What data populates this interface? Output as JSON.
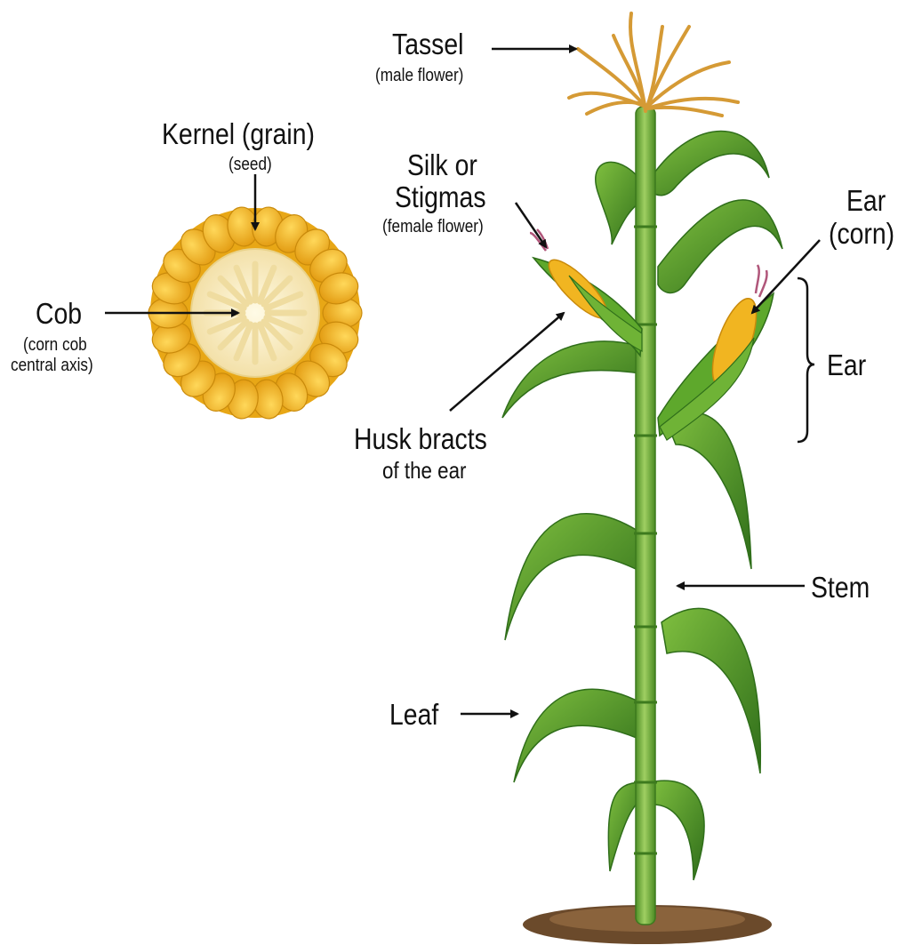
{
  "labels": {
    "tassel": "Tassel",
    "tassel_sub": "(male flower)",
    "kernel": "Kernel (grain)",
    "kernel_sub": "(seed)",
    "silk_line1": "Silk or",
    "silk_line2": "Stigmas",
    "silk_sub": "(female flower)",
    "ear_corn_line1": "Ear",
    "ear_corn_line2": "(corn)",
    "cob": "Cob",
    "cob_sub_line1": "(corn cob",
    "cob_sub_line2": "central axis)",
    "ear": "Ear",
    "husk_line1": "Husk bracts",
    "husk_line2": "of the ear",
    "stem": "Stem",
    "leaf": "Leaf"
  },
  "colors": {
    "leaf": "#4e9a2a",
    "leaf_dark": "#2f6e1a",
    "stem": "#6aa83a",
    "kernel": "#f4b71a",
    "kernel_dark": "#d8920c",
    "cob": "#f8edc6",
    "tassel": "#e9b85a",
    "silk": "#b0567a",
    "soil": "#6b4a2b"
  }
}
